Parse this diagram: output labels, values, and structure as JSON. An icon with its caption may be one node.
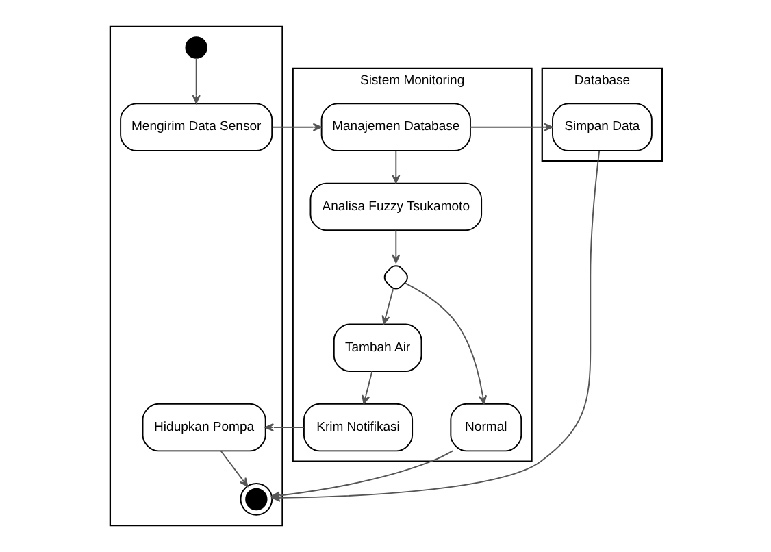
{
  "diagram": {
    "nodes": [
      {
        "text": [],
        "shape": "box"
      },
      {
        "text": [
          "Sistem Monitoring"
        ]
      },
      {
        "text": [
          "Database"
        ]
      },
      {
        "text": [],
        "shape": "circle",
        "in": 0
      },
      {
        "text": [
          "Mengirim Data Sensor"
        ],
        "in": 0
      },
      {
        "text": [
          "Manajemen Database"
        ],
        "in": 1
      },
      {
        "text": [
          "Simpan Data"
        ],
        "in": 2
      },
      {
        "text": [
          "Analisa Fuzzy Tsukamoto"
        ],
        "in": 1
      },
      {
        "text": [],
        "shape": "diamond",
        "in": 1
      },
      {
        "text": [
          "Tambah Air"
        ],
        "in": 1
      },
      {
        "text": [
          "Normal"
        ],
        "in": 1
      },
      {
        "text": [
          "Hidupkan Pompa"
        ],
        "in": 0
      },
      {
        "text": [
          "Krim Notifikasi"
        ],
        "in": 1
      },
      {
        "text": [],
        "shape": "circle",
        "in": 0
      }
    ],
    "edges": [
      {
        "from": 3,
        "to": 4,
        "arrow": "to"
      },
      {
        "from": 4,
        "to": 5,
        "arrow": "to"
      },
      {
        "from": 5,
        "to": 6,
        "arrow": "to"
      },
      {
        "from": 5,
        "to": 7,
        "arrow": "to"
      },
      {
        "from": 7,
        "to": 8,
        "arrow": "to"
      },
      {
        "from": 8,
        "to": 9,
        "arrow": "to"
      },
      {
        "from": 8,
        "to": 10,
        "arrow": "to"
      },
      {
        "from": 9,
        "to": 12,
        "arrow": "to"
      },
      {
        "from": 12,
        "to": 11,
        "arrow": "to"
      },
      {
        "from": 11,
        "to": 13,
        "arrow": "to"
      },
      {
        "from": 10,
        "to": 13,
        "arrow": "to"
      },
      {
        "from": 6,
        "to": 13,
        "arrow": "to"
      }
    ]
  }
}
